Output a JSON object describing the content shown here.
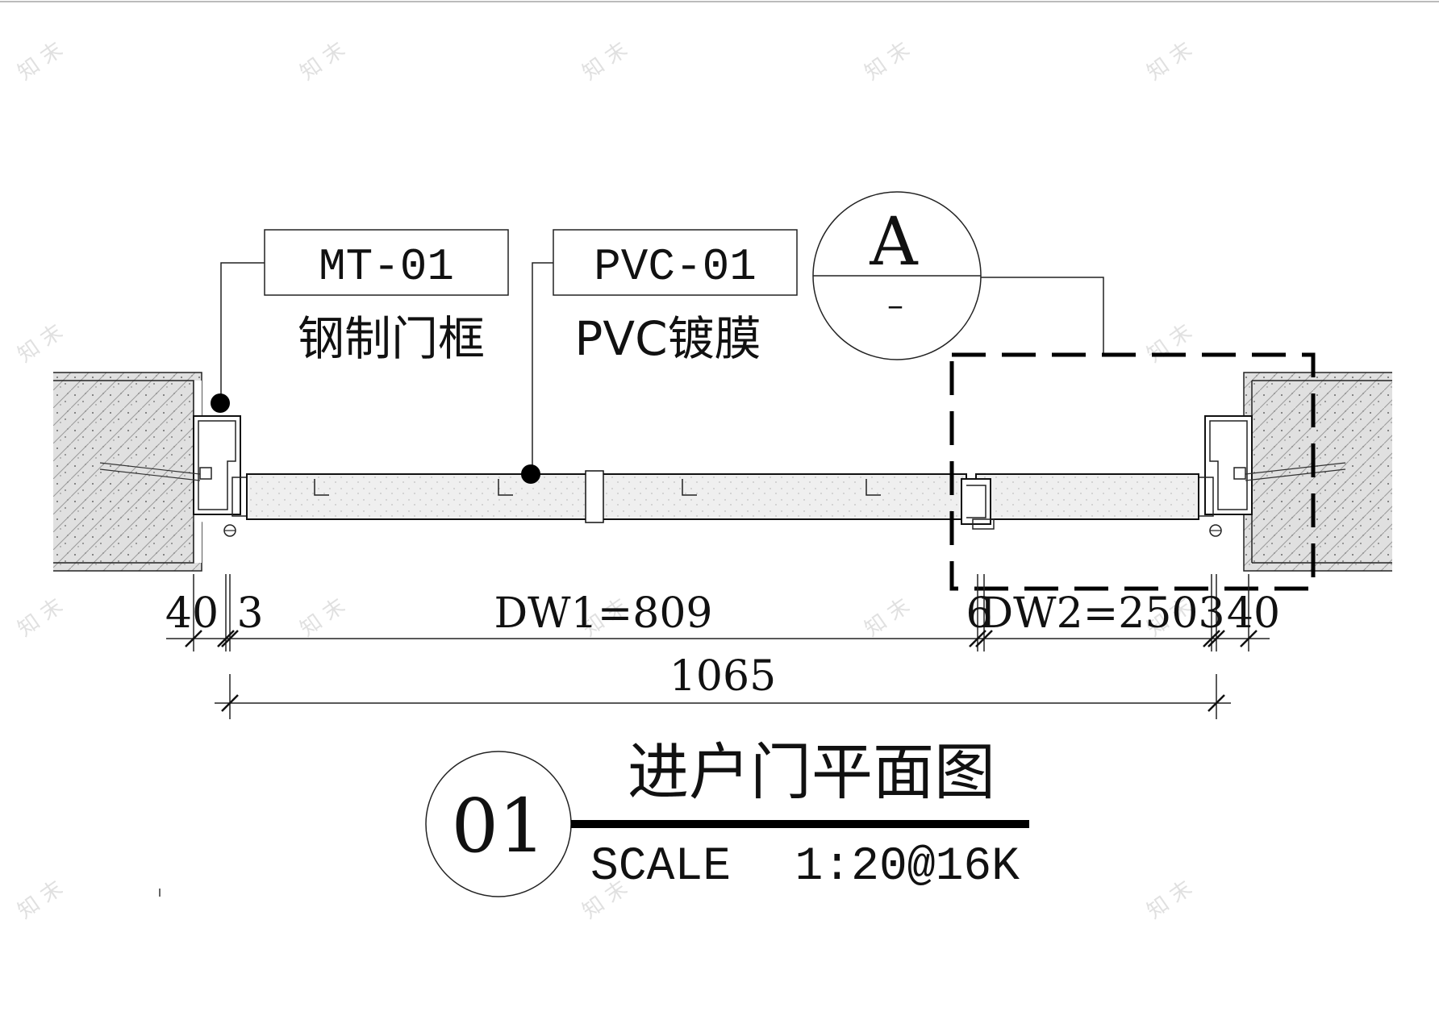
{
  "callouts": {
    "frame": {
      "code": "MT-01",
      "desc": "钢制门框"
    },
    "film": {
      "code": "PVC-01",
      "desc": "PVC镀膜"
    }
  },
  "detail_marker": {
    "letter": "A",
    "sub": "–"
  },
  "dimensions": {
    "left_wall": "40",
    "left_gap": "3",
    "dw1": "DW1=809",
    "mid_gap": "6",
    "dw2": "DW2=250",
    "right_gap": "3",
    "right_wall": "40",
    "total": "1065"
  },
  "title_block": {
    "number": "01",
    "title": "进户门平面图",
    "scale_label": "SCALE",
    "scale_value": "1:20@16K"
  },
  "colors": {
    "line": "#111111",
    "hatch_fill": "#dcdcdc",
    "panel_fill": "#eeeeee"
  }
}
